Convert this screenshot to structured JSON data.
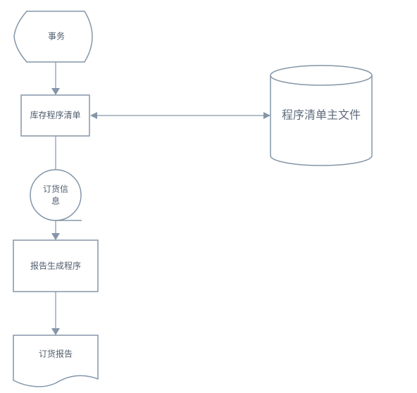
{
  "diagram": {
    "nodes": [
      {
        "id": "transaction",
        "label": "事务",
        "shape": "display"
      },
      {
        "id": "inventory_program",
        "label": "库存程序清单",
        "shape": "process"
      },
      {
        "id": "master_file",
        "label": "程序清单主文件",
        "shape": "cylinder"
      },
      {
        "id": "order_info",
        "label_line1": "订货信",
        "label_line2": "息",
        "shape": "tape-circle"
      },
      {
        "id": "report_program",
        "label": "报告生成程序",
        "shape": "process"
      },
      {
        "id": "order_report",
        "label": "订货报告",
        "shape": "document"
      }
    ],
    "edges": [
      {
        "from": "transaction",
        "to": "inventory_program",
        "direction": "forward"
      },
      {
        "from": "inventory_program",
        "to": "master_file",
        "direction": "both"
      },
      {
        "from": "inventory_program",
        "to": "order_info",
        "direction": "none"
      },
      {
        "from": "order_info",
        "to": "report_program",
        "direction": "forward"
      },
      {
        "from": "report_program",
        "to": "order_report",
        "direction": "forward"
      }
    ]
  },
  "colors": {
    "stroke": "#8496a8",
    "text": "#4f5d6c",
    "background": "#ffffff"
  }
}
